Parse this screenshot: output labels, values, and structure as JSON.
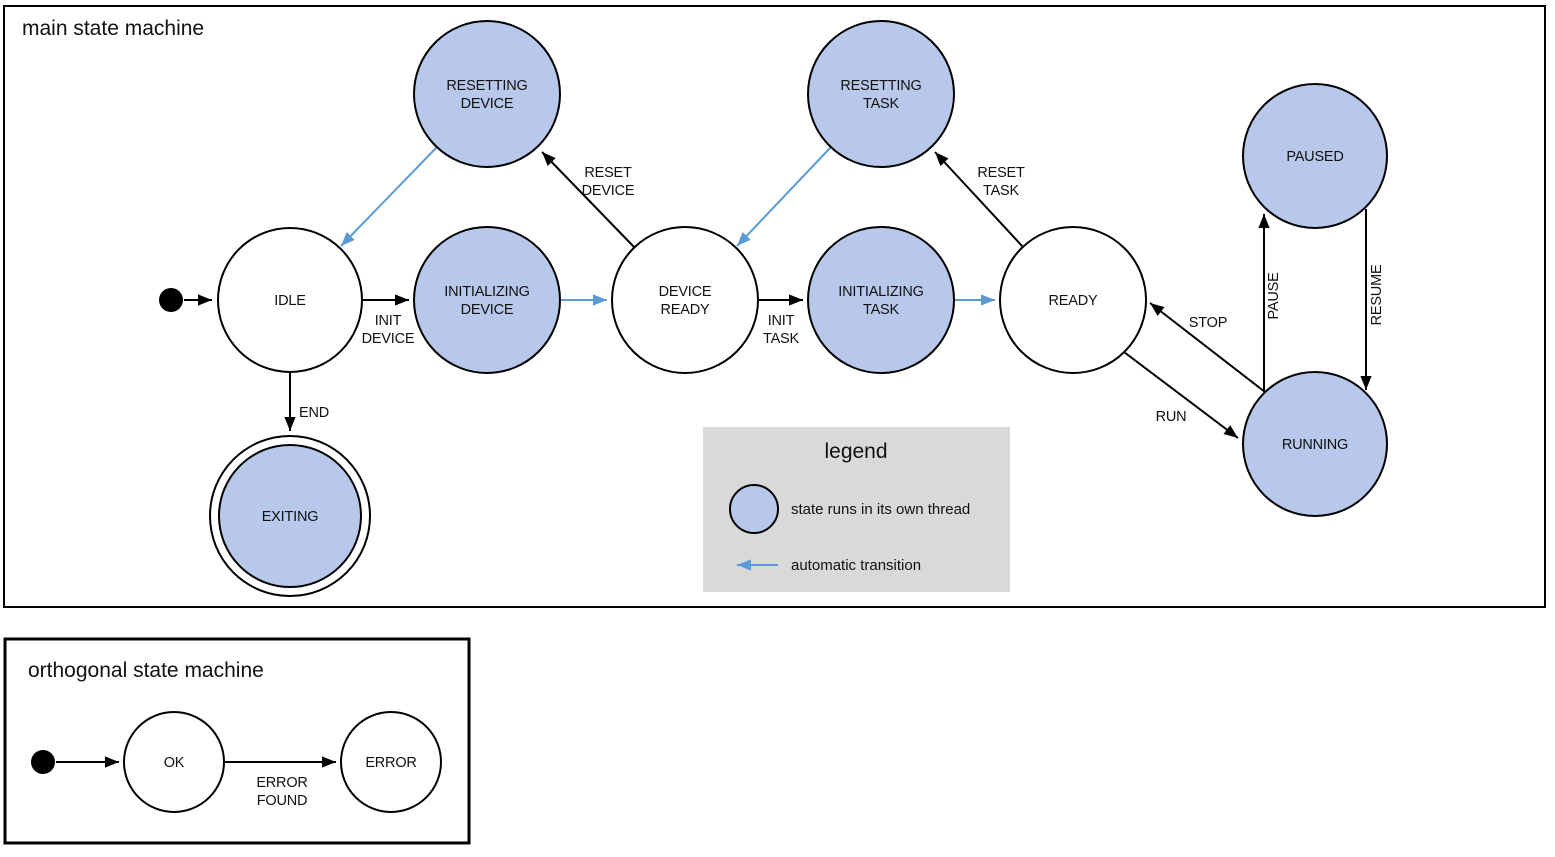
{
  "colors": {
    "threaded_state_fill": "#b7c8ea",
    "auto_transition_blue": "#5b9bd5",
    "legend_background": "#d9d9d9"
  },
  "main": {
    "title": "main state machine",
    "states": {
      "idle": "IDLE",
      "resetting_device": [
        "RESETTING",
        "DEVICE"
      ],
      "initializing_device": [
        "INITIALIZING",
        "DEVICE"
      ],
      "device_ready": [
        "DEVICE",
        "READY"
      ],
      "resetting_task": [
        "RESETTING",
        "TASK"
      ],
      "initializing_task": [
        "INITIALIZING",
        "TASK"
      ],
      "ready": "READY",
      "paused": "PAUSED",
      "running": "RUNNING",
      "exiting": "EXITING"
    },
    "transitions": {
      "init_device": [
        "INIT",
        "DEVICE"
      ],
      "reset_device": [
        "RESET",
        "DEVICE"
      ],
      "init_task": [
        "INIT",
        "TASK"
      ],
      "reset_task": [
        "RESET",
        "TASK"
      ],
      "end": "END",
      "run": "RUN",
      "stop": "STOP",
      "pause": "PAUSE",
      "resume": "RESUME"
    }
  },
  "legend": {
    "title": "legend",
    "threaded_item": "state runs in its own thread",
    "auto_item": "automatic transition"
  },
  "orthogonal": {
    "title": "orthogonal state machine",
    "states": {
      "ok": "OK",
      "error": "ERROR"
    },
    "transitions": {
      "error_found": [
        "ERROR",
        "FOUND"
      ]
    }
  }
}
